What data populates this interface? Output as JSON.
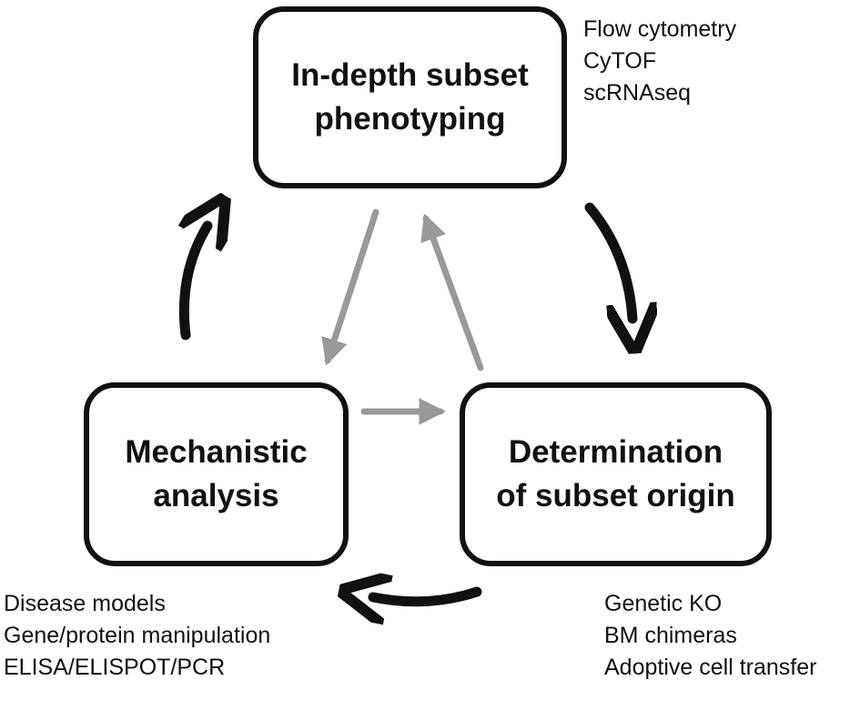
{
  "diagram": {
    "nodes": {
      "top": {
        "line1": "In-depth subset",
        "line2": "phenotyping"
      },
      "left": {
        "line1": "Mechanistic",
        "line2": "analysis"
      },
      "right": {
        "line1": "Determination",
        "line2": "of subset origin"
      }
    },
    "annotations": {
      "top": [
        "Flow cytometry",
        "CyTOF",
        "scRNAseq"
      ],
      "left": [
        "Disease models",
        "Gene/protein manipulation",
        "ELISA/ELISPOT/PCR"
      ],
      "right": [
        "Genetic KO",
        "BM chimeras",
        "Adoptive cell transfer"
      ]
    },
    "colors": {
      "outer_cycle_arrows": "#111111",
      "inner_arrows": "#999999",
      "box_border": "#111111"
    }
  }
}
